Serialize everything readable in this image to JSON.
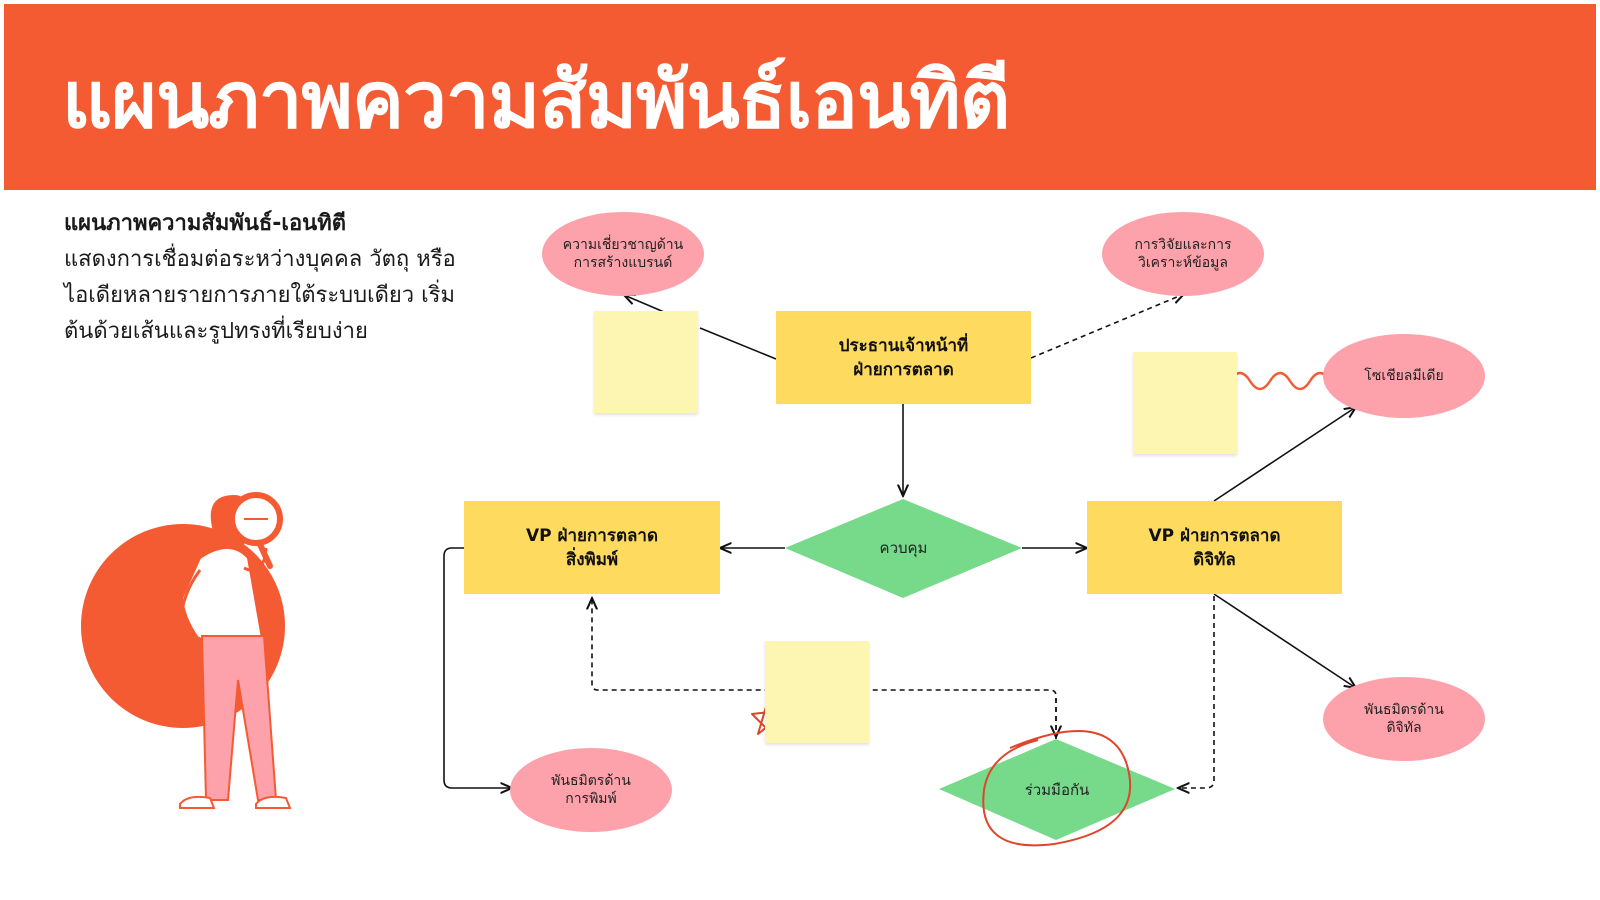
{
  "header": {
    "title": "แผนภาพความสัมพันธ์เอนทิตี"
  },
  "intro": {
    "lead": "แผนภาพความสัมพันธ์-เอนทิตี",
    "body": "แสดงการเชื่อมต่อระหว่างบุคคล วัตถุ หรือไอเดียหลายรายการภายใต้ระบบเดียว เริ่มต้นด้วยเส้นและรูปทรงที่เรียบง่าย"
  },
  "entities": {
    "ceo": "ประธานเจ้าหน้าที่\nฝ่ายการตลาด",
    "vp_print": "VP ฝ่ายการตลาด\nสิ่งพิมพ์",
    "vp_digital": "VP ฝ่ายการตลาด\nดิจิทัล"
  },
  "relationships": {
    "control": "ควบคุม",
    "collaborate": "ร่วมมือกัน"
  },
  "attributes": {
    "branding": "ความเชี่ยวชาญด้าน\nการสร้างแบรนด์",
    "research": "การวิจัยและการ\nวิเคราะห์ข้อมูล",
    "social": "โซเชียลมีเดีย",
    "print_partner": "พันธมิตรด้าน\nการพิมพ์",
    "digital_partner": "พันธมิตรด้าน\nดิจิทัล"
  },
  "colors": {
    "accent": "#f45b33",
    "entity": "#fedb5f",
    "attribute": "#fda1aa",
    "relationship": "#77d98a",
    "note": "#fdf5b2"
  }
}
